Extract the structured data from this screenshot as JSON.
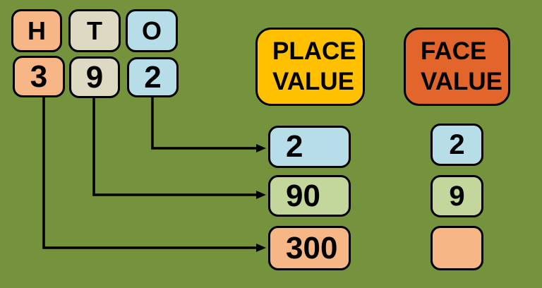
{
  "diagram": {
    "background_color": "#75923C",
    "line_color": "#000000",
    "columns": [
      {
        "letter": "H",
        "digit": "3",
        "color": "#F7B686"
      },
      {
        "letter": "T",
        "digit": "9",
        "color": "#DDD9C3"
      },
      {
        "letter": "O",
        "digit": "2",
        "color": "#B7DEE8"
      }
    ],
    "headers": {
      "place_value": {
        "line1": "PLACE",
        "line2": "VALUE",
        "color": "#FFC000"
      },
      "face_value": {
        "line1": "FACE",
        "line2": "VALUE",
        "color": "#E2662C"
      }
    },
    "place_values": [
      {
        "value": "2",
        "color": "#B7DEE8"
      },
      {
        "value": "90",
        "color": "#C3D69B"
      },
      {
        "value": "300",
        "color": "#F7B686"
      }
    ],
    "face_values": [
      {
        "value": "2",
        "color": "#B7DEE8"
      },
      {
        "value": "9",
        "color": "#C3D69B"
      },
      {
        "value": "",
        "color": "#F7B686"
      }
    ]
  }
}
